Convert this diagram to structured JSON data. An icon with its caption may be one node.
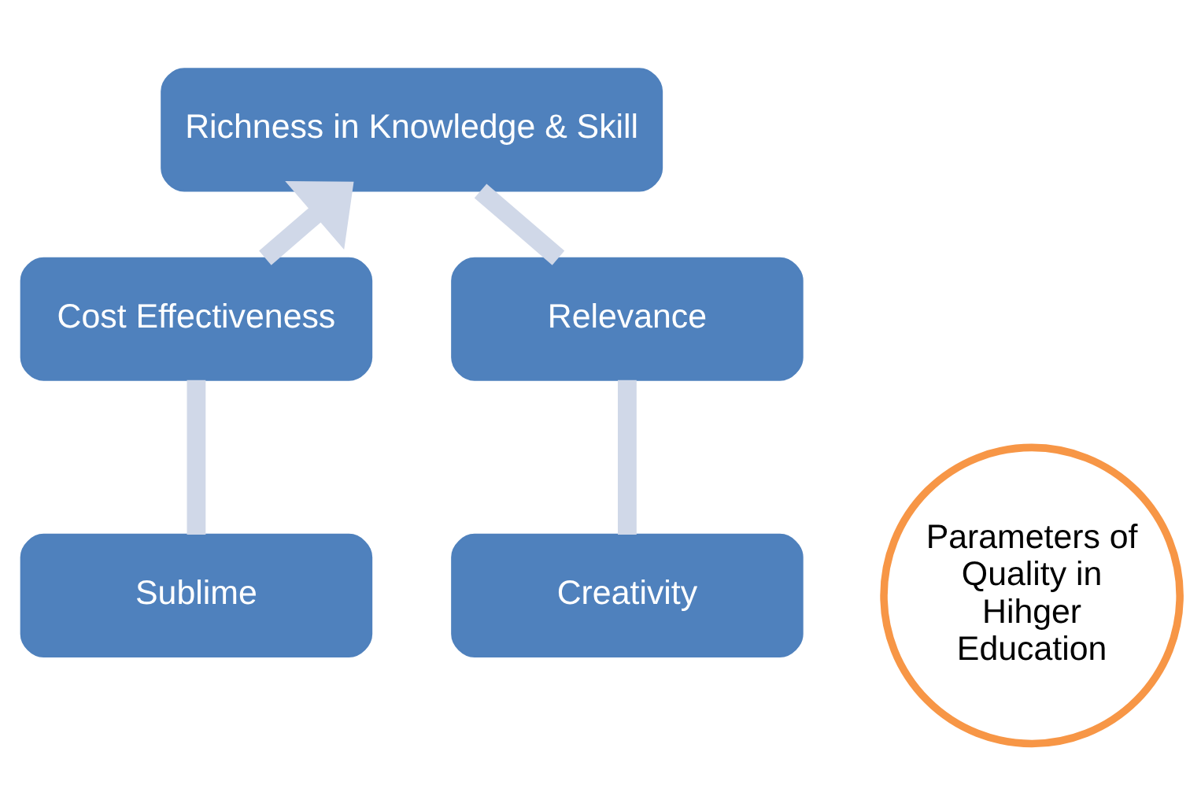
{
  "diagram": {
    "nodes": [
      {
        "text": [
          "Richness in Knowledge & Skill"
        ]
      },
      {
        "text": [
          "Relevance"
        ]
      },
      {
        "text": [
          "Creativity"
        ]
      },
      {
        "text": [
          "Sublime"
        ]
      },
      {
        "text": [
          "Cost Effectiveness"
        ]
      },
      {
        "text": [
          "Parameters of Quality in Hihger Education"
        ]
      }
    ],
    "edges": [
      {
        "from": 0,
        "to": 1,
        "arrow": "none"
      },
      {
        "from": 1,
        "to": 2,
        "arrow": "none"
      },
      {
        "from": 3,
        "to": 4,
        "arrow": "none"
      },
      {
        "from": 4,
        "to": 0,
        "arrow": "to"
      }
    ]
  }
}
